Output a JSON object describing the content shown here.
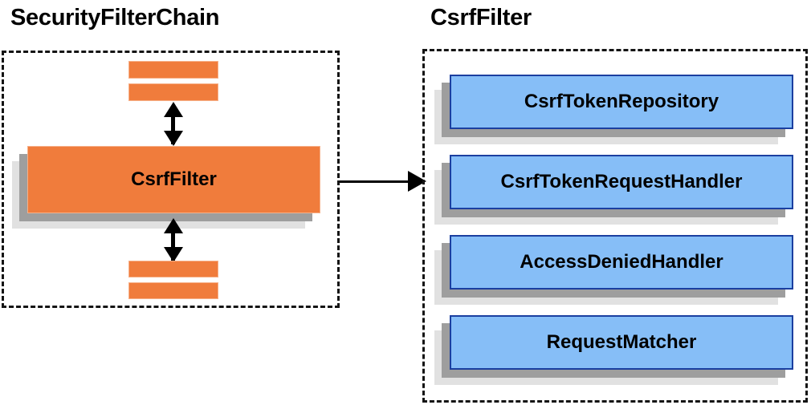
{
  "diagram": {
    "panels": [
      {
        "title": "SecurityFilterChain",
        "nodes": [
          {
            "label": "CsrfFilter"
          }
        ],
        "bars": [
          {
            "name": "filter-bar-top-1"
          },
          {
            "name": "filter-bar-top-2"
          },
          {
            "name": "filter-bar-bottom-1"
          },
          {
            "name": "filter-bar-bottom-2"
          }
        ]
      },
      {
        "title": "CsrfFilter",
        "nodes": [
          {
            "label": "CsrfTokenRepository"
          },
          {
            "label": "CsrfTokenRequestHandler"
          },
          {
            "label": "AccessDeniedHandler"
          },
          {
            "label": "RequestMatcher"
          }
        ]
      }
    ],
    "connectors": [
      {
        "name": "csrffilter-to-upper-filters",
        "kind": "double-vertical-arrow"
      },
      {
        "name": "csrffilter-to-lower-filters",
        "kind": "double-vertical-arrow"
      },
      {
        "name": "securityfilterchain-to-csrffilter",
        "kind": "single-right-arrow"
      }
    ],
    "colors": {
      "orange_fill": "#f07c3c",
      "orange_border": "#f6b089",
      "blue_fill": "#86bef7",
      "blue_border": "#1b3fa0",
      "shadow_near": "#9e9e9e",
      "shadow_far": "#e1e1e1",
      "stroke": "#141414",
      "text": "#000000",
      "background": "#ffffff"
    }
  }
}
